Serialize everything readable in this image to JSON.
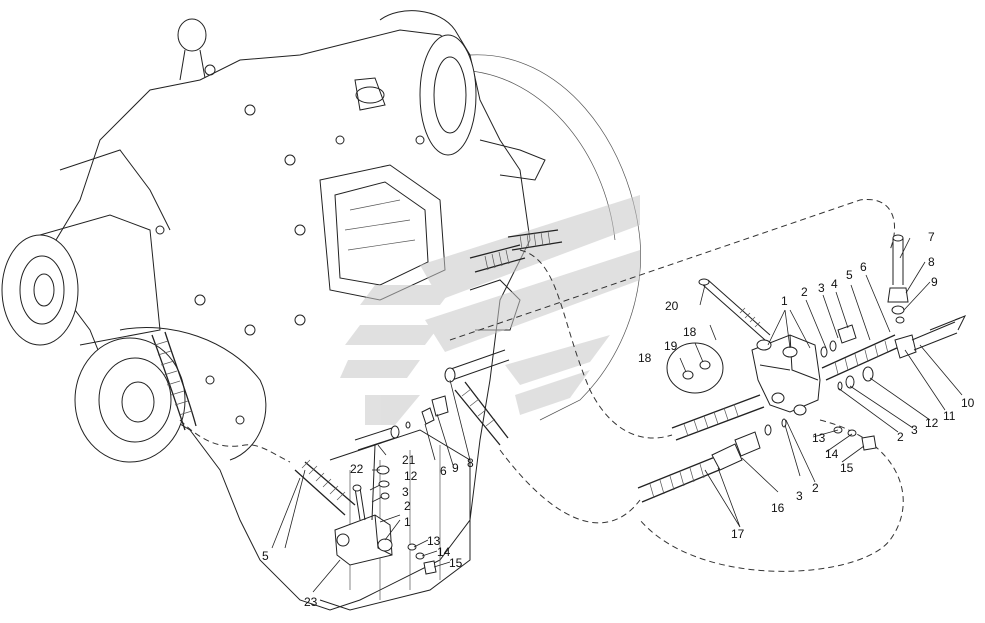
{
  "watermark_color": "#c8c8c8",
  "callouts": [
    {
      "id": "c1a",
      "text": "1"
    },
    {
      "id": "c2a",
      "text": "2"
    },
    {
      "id": "c3a",
      "text": "3"
    },
    {
      "id": "c4a",
      "text": "4"
    },
    {
      "id": "c5a",
      "text": "5"
    },
    {
      "id": "c6a",
      "text": "6"
    },
    {
      "id": "c7a",
      "text": "7"
    },
    {
      "id": "c8a",
      "text": "8"
    },
    {
      "id": "c9a",
      "text": "9"
    },
    {
      "id": "c10a",
      "text": "10"
    },
    {
      "id": "c11a",
      "text": "11"
    },
    {
      "id": "c12a",
      "text": "12"
    },
    {
      "id": "c3b",
      "text": "3"
    },
    {
      "id": "c2b",
      "text": "2"
    },
    {
      "id": "c13a",
      "text": "13"
    },
    {
      "id": "c14a",
      "text": "14"
    },
    {
      "id": "c15a",
      "text": "15"
    },
    {
      "id": "c16a",
      "text": "16"
    },
    {
      "id": "c3c",
      "text": "3"
    },
    {
      "id": "c2c",
      "text": "2"
    },
    {
      "id": "c17a",
      "text": "17"
    },
    {
      "id": "c18a",
      "text": "18"
    },
    {
      "id": "c18b",
      "text": "18"
    },
    {
      "id": "c19a",
      "text": "19"
    },
    {
      "id": "c20a",
      "text": "20"
    },
    {
      "id": "c21a",
      "text": "21"
    },
    {
      "id": "c22a",
      "text": "22"
    },
    {
      "id": "c12b",
      "text": "12"
    },
    {
      "id": "c3d",
      "text": "3"
    },
    {
      "id": "c2d",
      "text": "2"
    },
    {
      "id": "c1b",
      "text": "1"
    },
    {
      "id": "c6b",
      "text": "6"
    },
    {
      "id": "c9b",
      "text": "9"
    },
    {
      "id": "c8b",
      "text": "8"
    },
    {
      "id": "c13b",
      "text": "13"
    },
    {
      "id": "c14b",
      "text": "14"
    },
    {
      "id": "c15b",
      "text": "15"
    },
    {
      "id": "c5b",
      "text": "5"
    },
    {
      "id": "c23a",
      "text": "23"
    }
  ]
}
